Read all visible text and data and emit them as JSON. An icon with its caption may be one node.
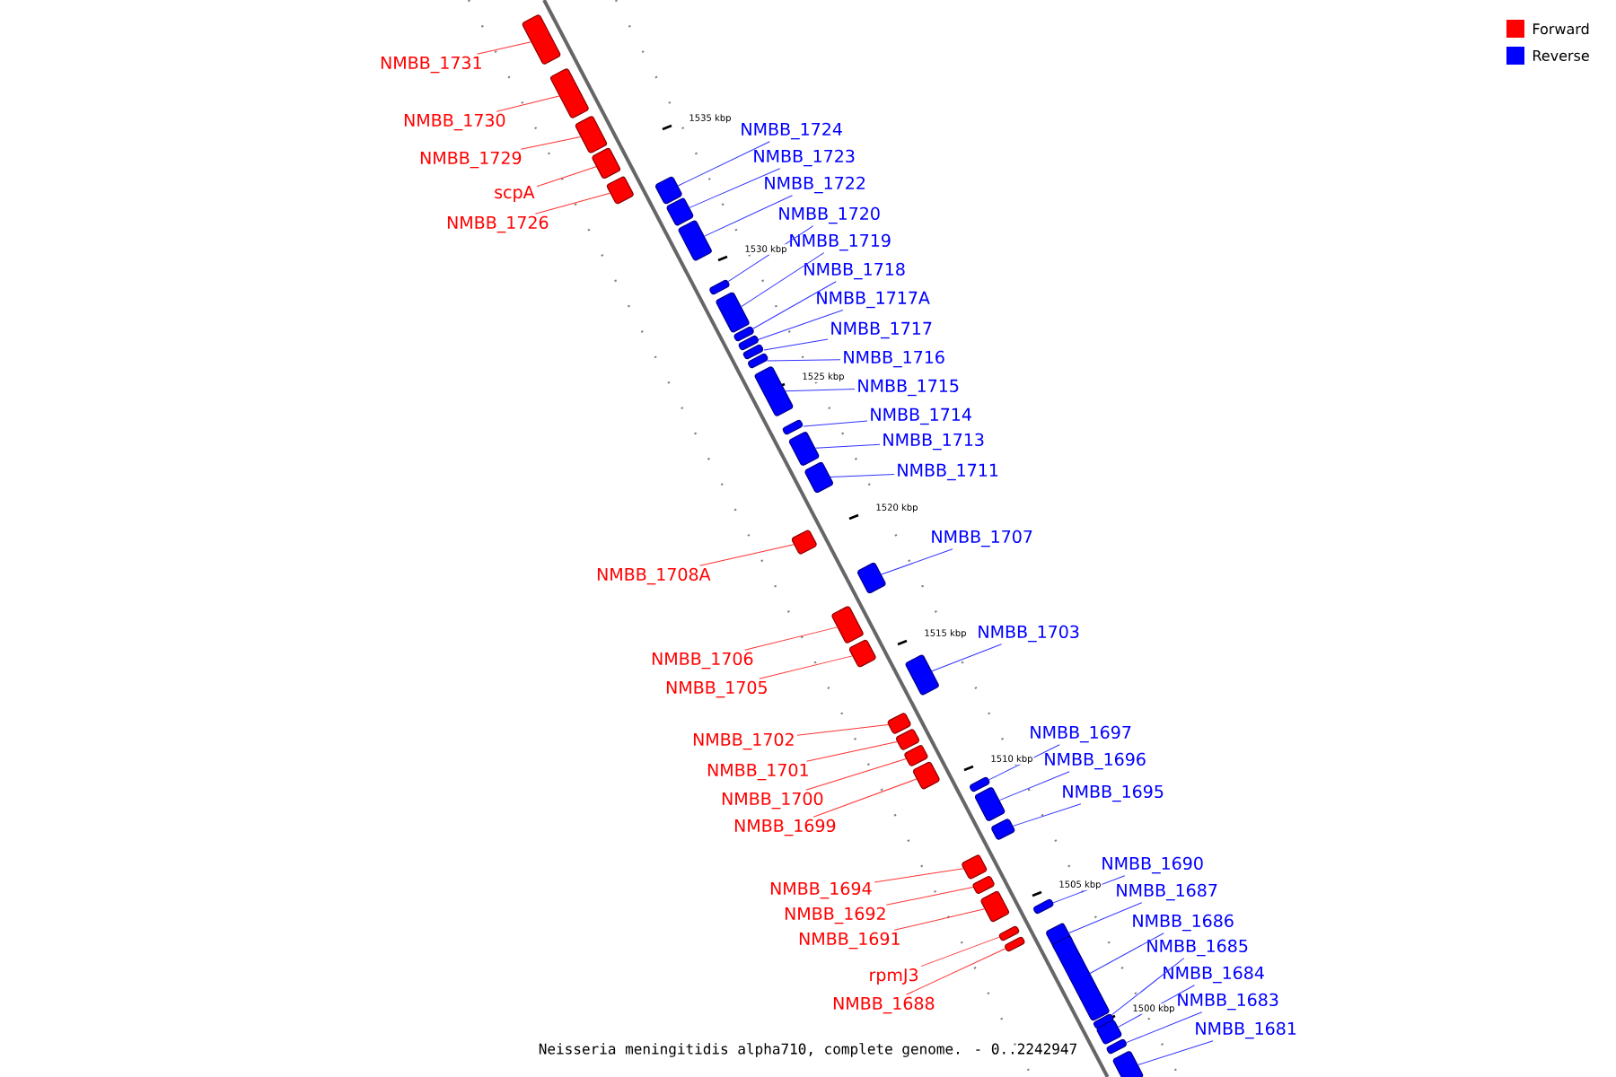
{
  "diagram": {
    "caption": "Neisseria meningitidis alpha710, complete genome. - 0..2242947",
    "nodes": [
      {
        "text": [
          "NMBB_1731"
        ]
      },
      {
        "text": [
          "NMBB_1730"
        ]
      },
      {
        "text": [
          "NMBB_1729"
        ]
      },
      {
        "text": [
          "scpA"
        ]
      },
      {
        "text": [
          "NMBB_1726"
        ]
      },
      {
        "text": [
          "NMBB_1724"
        ]
      },
      {
        "text": [
          "NMBB_1723"
        ]
      },
      {
        "text": [
          "NMBB_1722"
        ]
      },
      {
        "text": [
          "NMBB_1720"
        ]
      },
      {
        "text": [
          "NMBB_1719"
        ]
      },
      {
        "text": [
          "NMBB_1718"
        ]
      },
      {
        "text": [
          "NMBB_1717A"
        ]
      },
      {
        "text": [
          "NMBB_1717"
        ]
      },
      {
        "text": [
          "NMBB_1716"
        ]
      },
      {
        "text": [
          "NMBB_1715"
        ]
      },
      {
        "text": [
          "NMBB_1714"
        ]
      },
      {
        "text": [
          "NMBB_1713"
        ]
      },
      {
        "text": [
          "NMBB_1711"
        ]
      },
      {
        "text": [
          "NMBB_1708A"
        ]
      },
      {
        "text": [
          "NMBB_1707"
        ]
      },
      {
        "text": [
          "NMBB_1706"
        ]
      },
      {
        "text": [
          "NMBB_1705"
        ]
      },
      {
        "text": [
          "NMBB_1703"
        ]
      },
      {
        "text": [
          "NMBB_1702"
        ]
      },
      {
        "text": [
          "NMBB_1701"
        ]
      },
      {
        "text": [
          "NMBB_1700"
        ]
      },
      {
        "text": [
          "NMBB_1699"
        ]
      },
      {
        "text": [
          "NMBB_1697"
        ]
      },
      {
        "text": [
          "NMBB_1696"
        ]
      },
      {
        "text": [
          "NMBB_1695"
        ]
      },
      {
        "text": [
          "NMBB_1694"
        ]
      },
      {
        "text": [
          "NMBB_1692"
        ]
      },
      {
        "text": [
          "NMBB_1691"
        ]
      },
      {
        "text": [
          "rpmJ3"
        ]
      },
      {
        "text": [
          "NMBB_1688"
        ]
      },
      {
        "text": [
          "NMBB_1690"
        ]
      },
      {
        "text": [
          "NMBB_1687"
        ]
      },
      {
        "text": [
          "NMBB_1686"
        ]
      },
      {
        "text": [
          "NMBB_1685"
        ]
      },
      {
        "text": [
          "NMBB_1684"
        ]
      },
      {
        "text": [
          "NMBB_1683"
        ]
      },
      {
        "text": [
          "NMBB_1681"
        ]
      },
      {
        "text": [],
        "shape": "bar"
      },
      {
        "text": [],
        "shape": "bar"
      },
      {
        "text": [],
        "shape": "bar"
      },
      {
        "text": [],
        "shape": "bar"
      },
      {
        "text": [],
        "shape": "bar"
      },
      {
        "text": [],
        "shape": "bar"
      },
      {
        "text": [],
        "shape": "bar"
      },
      {
        "text": [],
        "shape": "bar"
      },
      {
        "text": [],
        "shape": "bar"
      },
      {
        "text": [],
        "shape": "bar"
      },
      {
        "text": [],
        "shape": "bar"
      },
      {
        "text": [],
        "shape": "bar"
      },
      {
        "text": [],
        "shape": "bar"
      },
      {
        "text": [],
        "shape": "bar"
      },
      {
        "text": [],
        "shape": "bar"
      },
      {
        "text": [],
        "shape": "bar"
      },
      {
        "text": [],
        "shape": "bar"
      },
      {
        "text": [],
        "shape": "bar"
      },
      {
        "text": [],
        "shape": "bar"
      },
      {
        "text": [],
        "shape": "bar"
      },
      {
        "text": [],
        "shape": "bar"
      },
      {
        "text": [],
        "shape": "bar"
      },
      {
        "text": [],
        "shape": "bar"
      },
      {
        "text": [],
        "shape": "bar"
      },
      {
        "text": [],
        "shape": "bar"
      },
      {
        "text": [],
        "shape": "bar"
      },
      {
        "text": [],
        "shape": "bar"
      },
      {
        "text": [],
        "shape": "bar"
      },
      {
        "text": [],
        "shape": "bar"
      },
      {
        "text": [],
        "shape": "bar"
      },
      {
        "text": [],
        "shape": "bar"
      },
      {
        "text": [],
        "shape": "bar"
      },
      {
        "text": [],
        "shape": "bar"
      },
      {
        "text": [],
        "shape": "bar"
      },
      {
        "text": [],
        "shape": "bar"
      },
      {
        "text": [],
        "shape": "bar"
      },
      {
        "text": [],
        "shape": "bar"
      },
      {
        "text": [],
        "shape": "bar"
      },
      {
        "text": [],
        "shape": "bar"
      },
      {
        "text": [],
        "shape": "bar"
      },
      {
        "text": [],
        "shape": "bar"
      },
      {
        "text": [],
        "shape": "bar"
      }
    ],
    "edges": [
      {
        "from": 0,
        "to": 42,
        "arrow": "none",
        "color": "#ff3333"
      },
      {
        "from": 1,
        "to": 43,
        "arrow": "none",
        "color": "#ff3333"
      },
      {
        "from": 2,
        "to": 44,
        "arrow": "none",
        "color": "#ff3333"
      },
      {
        "from": 3,
        "to": 45,
        "arrow": "none",
        "color": "#ff3333"
      },
      {
        "from": 4,
        "to": 46,
        "arrow": "none",
        "color": "#ff3333"
      },
      {
        "from": 5,
        "to": 47,
        "arrow": "none",
        "color": "#3333ff"
      },
      {
        "from": 6,
        "to": 48,
        "arrow": "none",
        "color": "#3333ff"
      },
      {
        "from": 7,
        "to": 49,
        "arrow": "none",
        "color": "#3333ff"
      },
      {
        "from": 8,
        "to": 50,
        "arrow": "none",
        "color": "#3333ff"
      },
      {
        "from": 9,
        "to": 51,
        "arrow": "none",
        "color": "#3333ff"
      },
      {
        "from": 10,
        "to": 52,
        "arrow": "none",
        "color": "#3333ff"
      },
      {
        "from": 11,
        "to": 53,
        "arrow": "none",
        "color": "#3333ff"
      },
      {
        "from": 12,
        "to": 54,
        "arrow": "none",
        "color": "#3333ff"
      },
      {
        "from": 13,
        "to": 55,
        "arrow": "none",
        "color": "#3333ff"
      },
      {
        "from": 14,
        "to": 56,
        "arrow": "none",
        "color": "#3333ff"
      },
      {
        "from": 15,
        "to": 57,
        "arrow": "none",
        "color": "#3333ff"
      },
      {
        "from": 16,
        "to": 58,
        "arrow": "none",
        "color": "#3333ff"
      },
      {
        "from": 17,
        "to": 59,
        "arrow": "none",
        "color": "#3333ff"
      },
      {
        "from": 18,
        "to": 60,
        "arrow": "none",
        "color": "#ff3333"
      },
      {
        "from": 19,
        "to": 61,
        "arrow": "none",
        "color": "#3333ff"
      },
      {
        "from": 20,
        "to": 62,
        "arrow": "none",
        "color": "#ff3333"
      },
      {
        "from": 21,
        "to": 63,
        "arrow": "none",
        "color": "#ff3333"
      },
      {
        "from": 22,
        "to": 64,
        "arrow": "none",
        "color": "#3333ff"
      },
      {
        "from": 23,
        "to": 65,
        "arrow": "none",
        "color": "#ff3333"
      },
      {
        "from": 24,
        "to": 66,
        "arrow": "none",
        "color": "#ff3333"
      },
      {
        "from": 25,
        "to": 67,
        "arrow": "none",
        "color": "#ff3333"
      },
      {
        "from": 26,
        "to": 68,
        "arrow": "none",
        "color": "#ff3333"
      },
      {
        "from": 27,
        "to": 69,
        "arrow": "none",
        "color": "#3333ff"
      },
      {
        "from": 28,
        "to": 70,
        "arrow": "none",
        "color": "#3333ff"
      },
      {
        "from": 29,
        "to": 71,
        "arrow": "none",
        "color": "#3333ff"
      },
      {
        "from": 30,
        "to": 72,
        "arrow": "none",
        "color": "#ff3333"
      },
      {
        "from": 31,
        "to": 73,
        "arrow": "none",
        "color": "#ff3333"
      },
      {
        "from": 32,
        "to": 74,
        "arrow": "none",
        "color": "#ff3333"
      },
      {
        "from": 33,
        "to": 75,
        "arrow": "none",
        "color": "#ff3333"
      },
      {
        "from": 34,
        "to": 76,
        "arrow": "none",
        "color": "#ff3333"
      },
      {
        "from": 35,
        "to": 77,
        "arrow": "none",
        "color": "#3333ff"
      },
      {
        "from": 36,
        "to": 78,
        "arrow": "none",
        "color": "#3333ff"
      },
      {
        "from": 37,
        "to": 79,
        "arrow": "none",
        "color": "#3333ff"
      },
      {
        "from": 38,
        "to": 80,
        "arrow": "none",
        "color": "#3333ff"
      },
      {
        "from": 39,
        "to": 81,
        "arrow": "none",
        "color": "#3333ff"
      },
      {
        "from": 40,
        "to": 82,
        "arrow": "none",
        "color": "#3333ff"
      },
      {
        "from": 41,
        "to": 83,
        "arrow": "none",
        "color": "#3333ff"
      }
    ],
    "labels": [
      "1535 kbp",
      "1530 kbp",
      "1525 kbp",
      "1520 kbp",
      "1515 kbp",
      "1510 kbp",
      "1505 kbp",
      "1500 kbp"
    ],
    "legend": [
      {
        "text": "Forward",
        "color": "#ff0000"
      },
      {
        "text": "Reverse",
        "color": "#0000ff"
      }
    ]
  }
}
